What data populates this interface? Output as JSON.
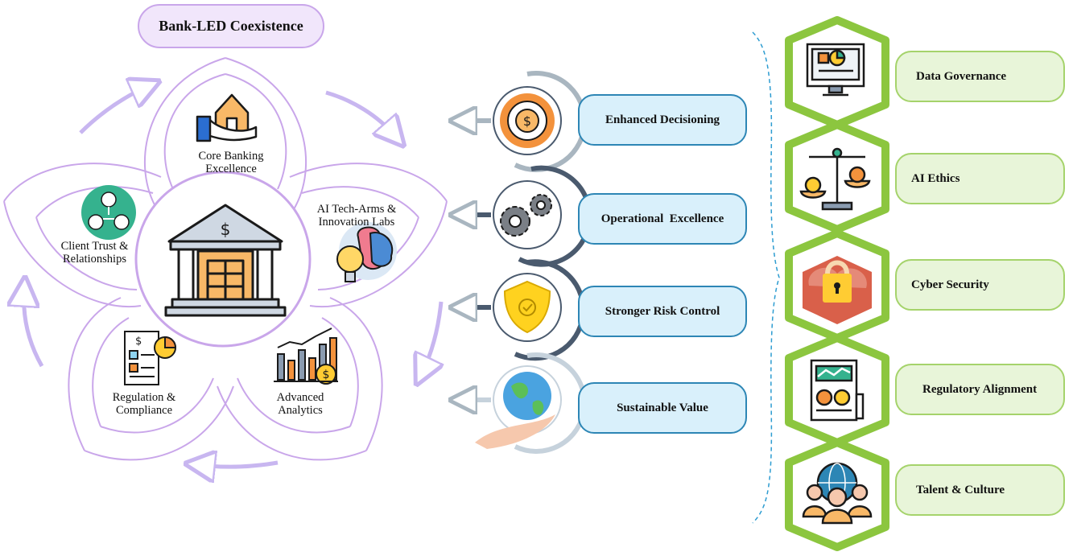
{
  "title": "Bank-LED Coexistence",
  "center": {
    "icon": "bank-building-icon"
  },
  "petals": [
    {
      "key": "core",
      "line1": "Core Banking",
      "line2": "Excellence",
      "icon": "house-in-hand-icon"
    },
    {
      "key": "ai",
      "line1": "AI Tech-Arms &",
      "line2": "Innovation Labs",
      "icon": "brain-lightbulb-icon"
    },
    {
      "key": "analytics",
      "line1": "Advanced",
      "line2": "Analytics",
      "icon": "bar-chart-dollar-icon"
    },
    {
      "key": "regulation",
      "line1": "Regulation &",
      "line2": "Compliance",
      "icon": "checklist-document-icon"
    },
    {
      "key": "client",
      "line1": "Client Trust &",
      "line2": "Relationships",
      "icon": "people-network-icon"
    }
  ],
  "outcomes": [
    {
      "label": "Enhanced Decisioning",
      "icon": "dollar-target-icon"
    },
    {
      "label": "Operational  Excellence",
      "icon": "gears-icon"
    },
    {
      "label": "Stronger Risk Control",
      "icon": "shield-check-icon"
    },
    {
      "label": "Sustainable Value",
      "icon": "globe-in-hand-icon"
    }
  ],
  "pillars": [
    {
      "label": "Data Governance",
      "icon": "monitor-dashboard-icon"
    },
    {
      "label": "AI Ethics",
      "icon": "balance-scale-icon"
    },
    {
      "label": "Cyber Security",
      "icon": "padlock-cloud-icon"
    },
    {
      "label": "Regulatory Alignment",
      "icon": "financial-report-icon"
    },
    {
      "label": "Talent & Culture",
      "icon": "team-globe-icon"
    }
  ],
  "colors": {
    "petal_stroke": "#c9a6ea",
    "arrow_purple": "#c8b6f0",
    "blue_border": "#2d86b5",
    "blue_fill": "#d9f0fb",
    "green_border": "#8cc63f",
    "green_fill": "#e8f5d9",
    "bank_orange": "#f8b867"
  }
}
